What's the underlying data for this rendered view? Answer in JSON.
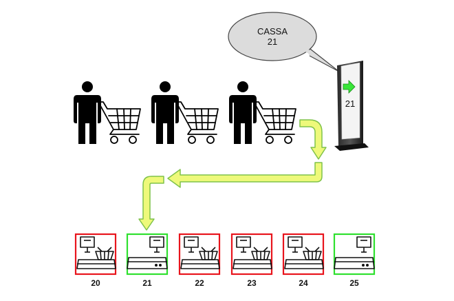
{
  "callout": {
    "line1": "CASSA",
    "line2": "21"
  },
  "kiosk": {
    "number": "21"
  },
  "registers": [
    {
      "number": "20",
      "status": "busy",
      "icon": "register-with-basket-icon"
    },
    {
      "number": "21",
      "status": "free",
      "icon": "register-icon"
    },
    {
      "number": "22",
      "status": "busy",
      "icon": "register-with-basket-icon"
    },
    {
      "number": "23",
      "status": "busy",
      "icon": "register-with-basket-icon"
    },
    {
      "number": "24",
      "status": "busy",
      "icon": "register-with-basket-icon"
    },
    {
      "number": "25",
      "status": "free",
      "icon": "register-icon"
    }
  ],
  "queue": {
    "people": 3,
    "icon": "person-with-cart-icon"
  },
  "colors": {
    "busy": "#e8141c",
    "free": "#2ee02e",
    "arrow_fill": "#eef97a",
    "arrow_stroke": "#7fc24a",
    "kiosk_arrow": "#39e639",
    "bubble": "#dcdcdc"
  }
}
